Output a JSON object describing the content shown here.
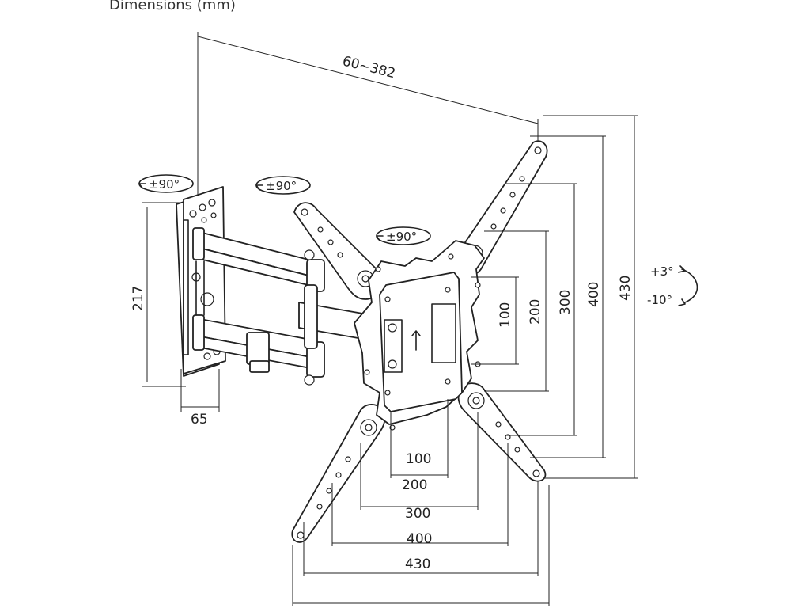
{
  "title": "Dimensions (mm)",
  "labels": {
    "arm_extension": "60~382",
    "wall_plate_height": "217",
    "wall_plate_width": "65",
    "rotation_wall": "±90°",
    "rotation_arm": "±90°",
    "rotation_head": "±90°",
    "tilt_up": "+3°",
    "tilt_down": "-10°",
    "vesa_v_100": "100",
    "vesa_v_200": "200",
    "vesa_v_300": "300",
    "vesa_v_400": "400",
    "overall_height": "430",
    "vesa_h_100": "100",
    "vesa_h_200": "200",
    "vesa_h_300": "300",
    "vesa_h_400": "400",
    "overall_width": "430"
  }
}
